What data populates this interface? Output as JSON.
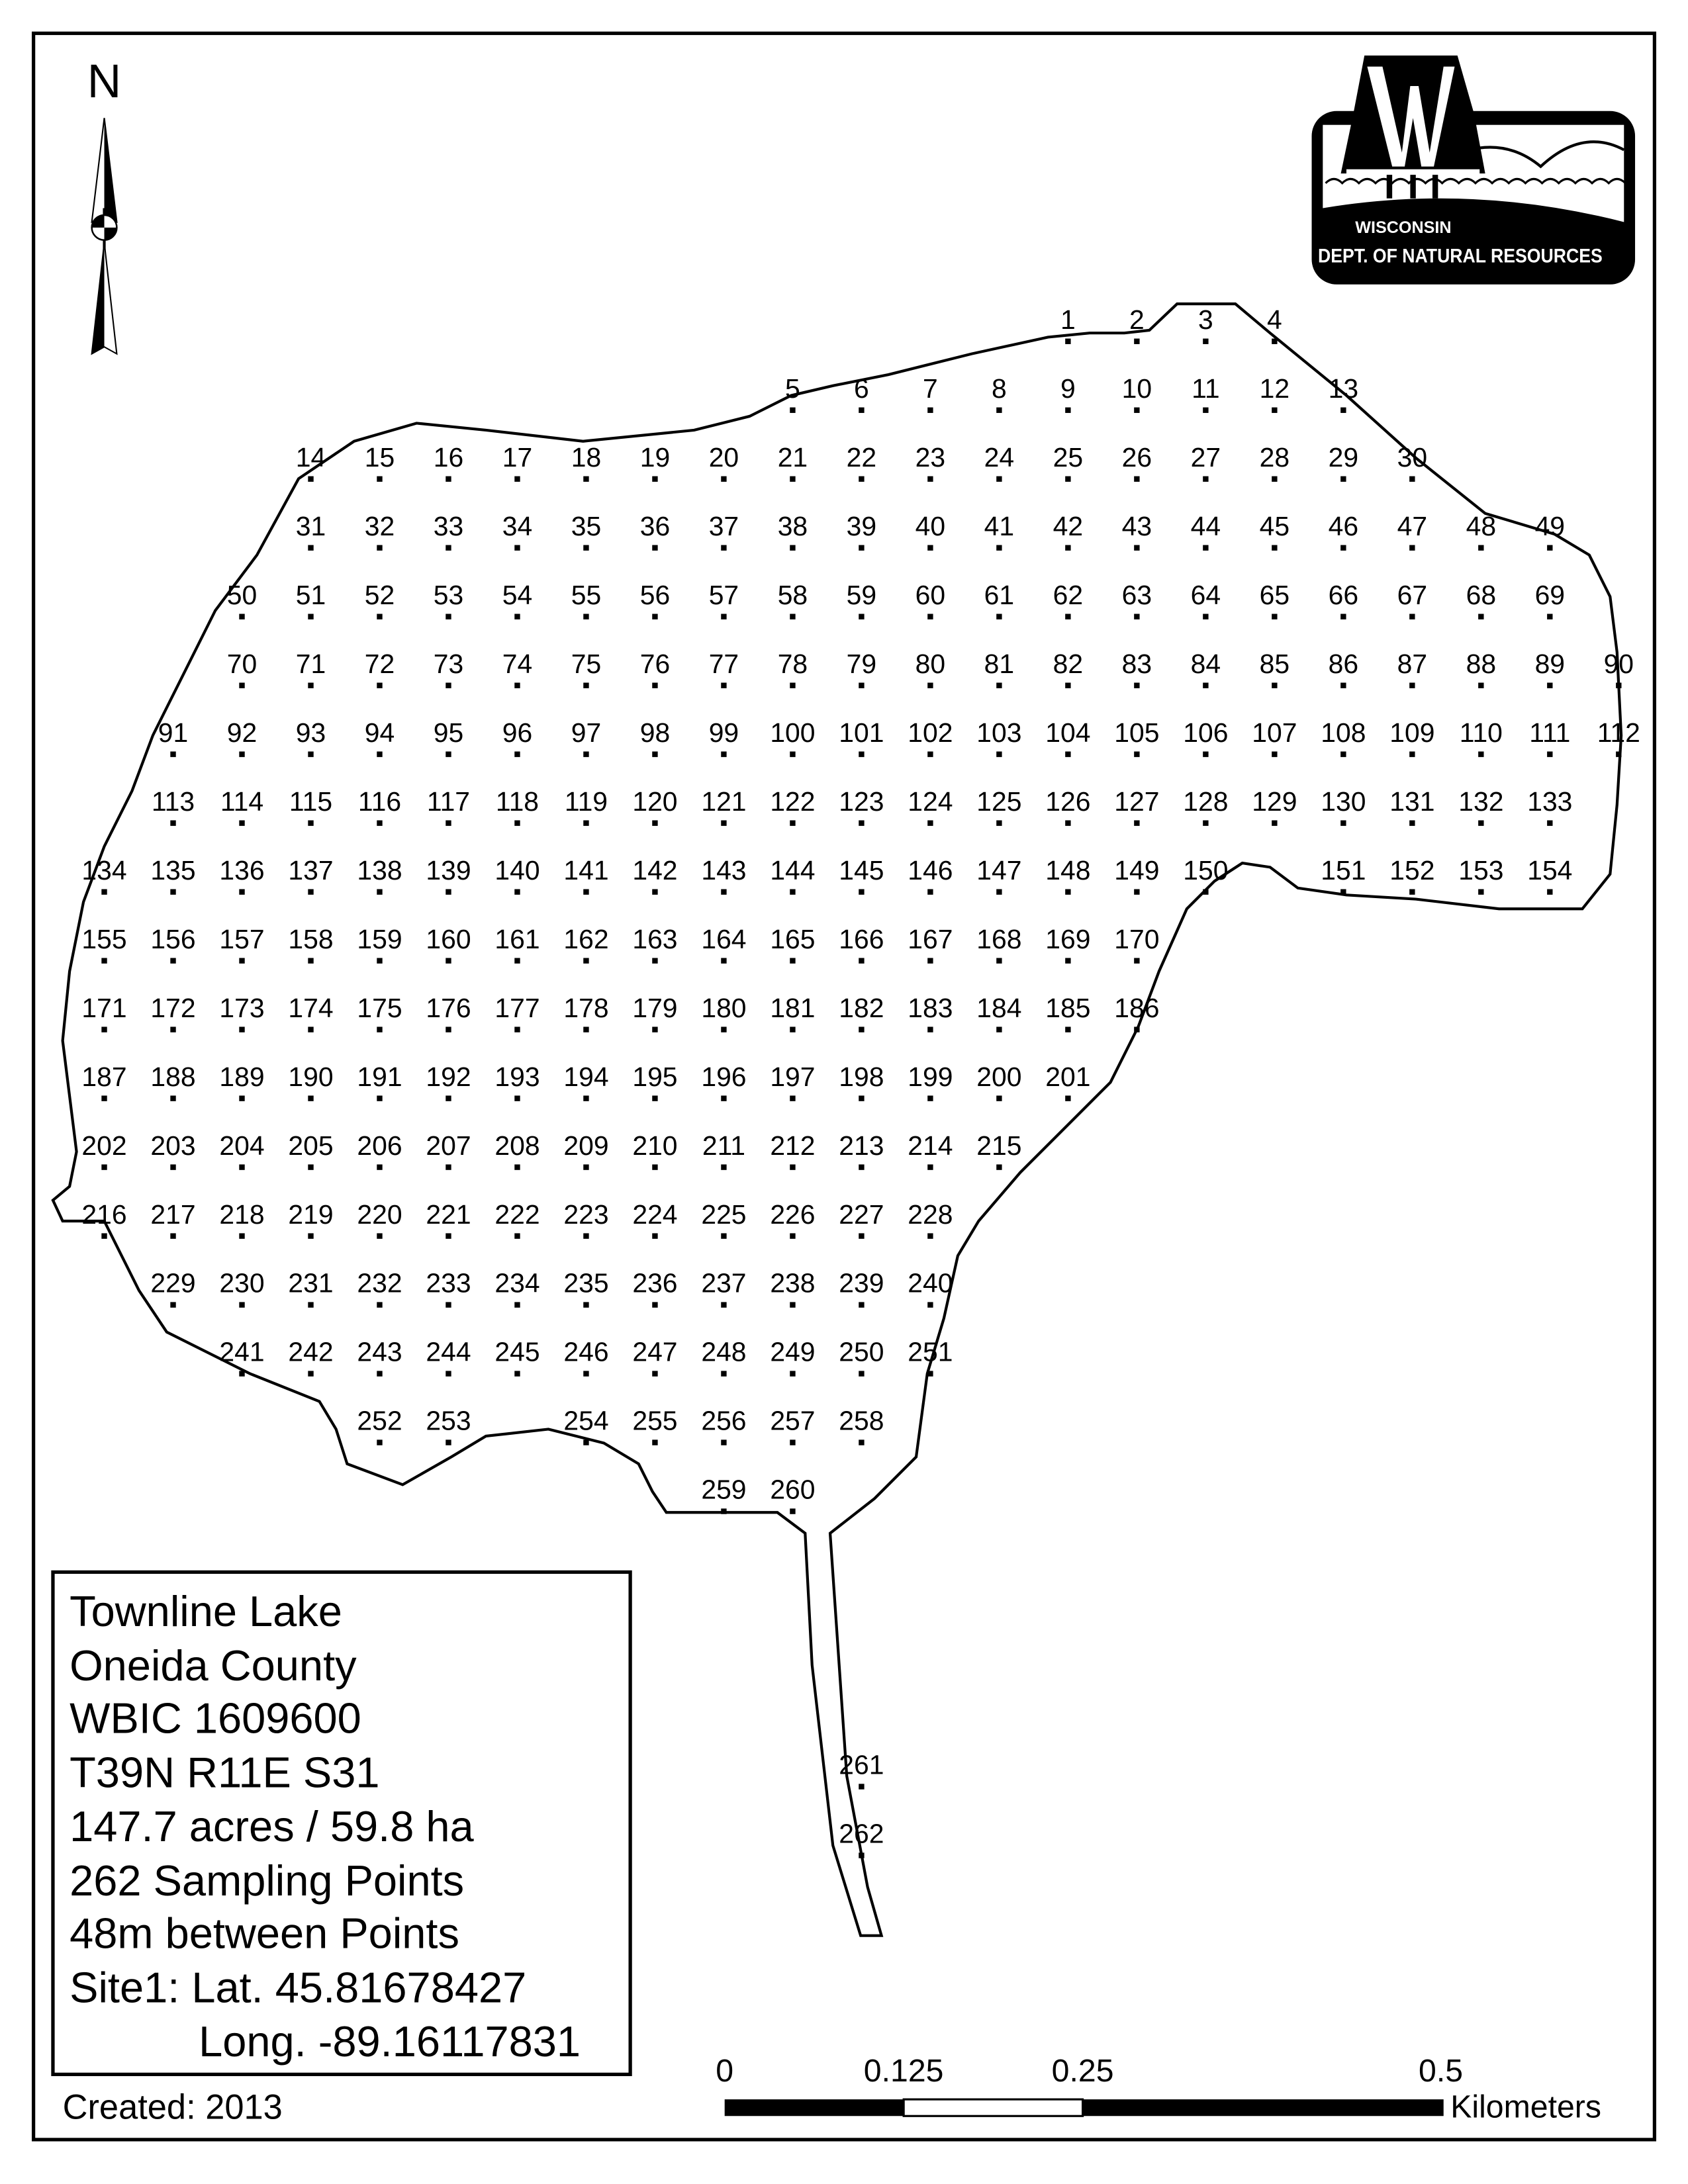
{
  "map": {
    "north_label": "N",
    "logo": {
      "line1": "WISCONSIN",
      "line2": "DEPT. OF NATURAL RESOURCES"
    },
    "legend": {
      "lake_name": "Townline Lake",
      "county": "Oneida County",
      "wbic": "WBIC 1609600",
      "township": "T39N R11E S31",
      "area": "147.7 acres / 59.8 ha",
      "points_count": "262 Sampling Points",
      "spacing": "48m between Points",
      "site_lat": "Site1: Lat. 45.81678427",
      "site_long": "Long. -89.16117831"
    },
    "created": "Created: 2013",
    "scale_bar": {
      "labels": [
        "0",
        "0.125",
        "0.25",
        "0.5"
      ],
      "unit": "Kilometers"
    },
    "sampling_point_rows": [
      {
        "first": 1,
        "last": 4
      },
      {
        "first": 5,
        "last": 13
      },
      {
        "first": 14,
        "last": 30
      },
      {
        "first": 31,
        "last": 49
      },
      {
        "first": 50,
        "last": 69
      },
      {
        "first": 70,
        "last": 90
      },
      {
        "first": 91,
        "last": 112
      },
      {
        "first": 113,
        "last": 133
      },
      {
        "first": 134,
        "last": 154
      },
      {
        "first": 155,
        "last": 170
      },
      {
        "first": 171,
        "last": 186
      },
      {
        "first": 187,
        "last": 201
      },
      {
        "first": 202,
        "last": 215
      },
      {
        "first": 216,
        "last": 228
      },
      {
        "first": 229,
        "last": 240
      },
      {
        "first": 241,
        "last": 251
      },
      {
        "first": 252,
        "last": 258
      },
      {
        "first": 259,
        "last": 260
      },
      {
        "first": 261,
        "last": 261
      },
      {
        "first": 262,
        "last": 262
      }
    ]
  }
}
